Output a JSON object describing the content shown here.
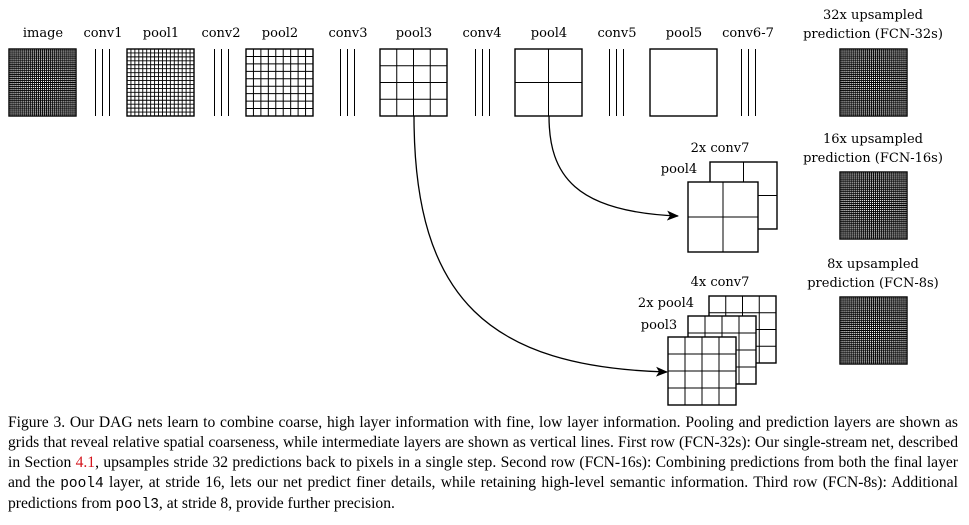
{
  "labels": {
    "image": "image",
    "conv1": "conv1",
    "pool1": "pool1",
    "conv2": "conv2",
    "pool2": "pool2",
    "conv3": "conv3",
    "pool3": "pool3",
    "conv4": "conv4",
    "pool4": "pool4",
    "conv5": "conv5",
    "pool5": "pool5",
    "conv67": "conv6-7",
    "pred32_line1": "32x upsampled",
    "pred32_line2": "prediction (FCN-32s)",
    "pred16_line1": "16x upsampled",
    "pred16_line2": "prediction (FCN-16s)",
    "pred8_line1": "8x upsampled",
    "pred8_line2": "prediction (FCN-8s)",
    "row2_conv7": "2x conv7",
    "row2_pool4": "pool4",
    "row3_conv7": "4x conv7",
    "row3_pool4": "2x pool4",
    "row3_pool3": "pool3"
  },
  "caption": {
    "part1": "Figure 3.  Our DAG nets learn to combine coarse, high layer information with fine, low layer information. Pooling and prediction layers are shown as grids that reveal relative spatial coarseness, while intermediate layers are shown as vertical lines. First row (FCN-32s): Our single-stream net, described in Section ",
    "ref": "4.1",
    "part2": ", upsamples stride 32 predictions back to pixels in a single step.  Second row (FCN-16s):  Combining predictions from both the final layer and the ",
    "code1": "pool4",
    "part3": " layer, at stride 16, lets our net predict finer details, while retaining high-level semantic information. Third row (FCN-8s): Additional predictions from ",
    "code2": "pool3",
    "part4": ", at stride 8, provide further precision."
  },
  "colors": {
    "ink": "#000000",
    "reference": "#d4141c"
  }
}
